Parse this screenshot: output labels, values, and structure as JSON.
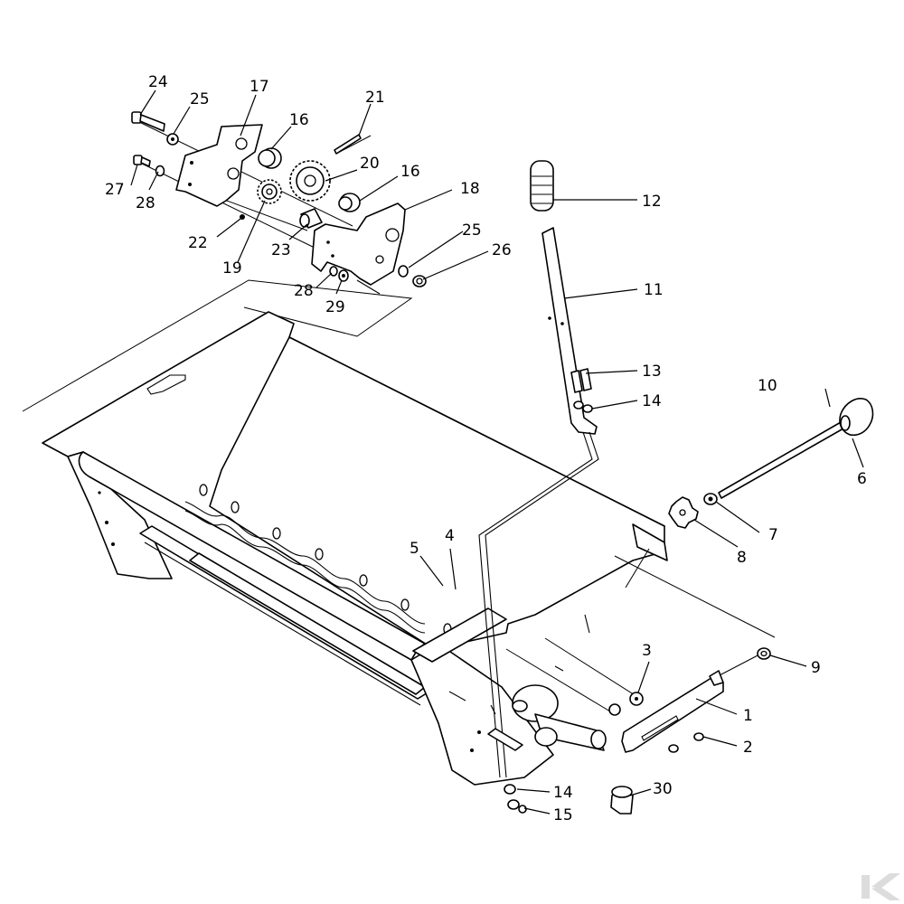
{
  "callouts": [
    {
      "id": "c1",
      "label": "1"
    },
    {
      "id": "c2",
      "label": "2"
    },
    {
      "id": "c3",
      "label": "3"
    },
    {
      "id": "c4",
      "label": "4"
    },
    {
      "id": "c5",
      "label": "5"
    },
    {
      "id": "c6",
      "label": "6"
    },
    {
      "id": "c7",
      "label": "7"
    },
    {
      "id": "c8",
      "label": "8"
    },
    {
      "id": "c9",
      "label": "9"
    },
    {
      "id": "c10",
      "label": "10"
    },
    {
      "id": "c11",
      "label": "11"
    },
    {
      "id": "c12",
      "label": "12"
    },
    {
      "id": "c13",
      "label": "13"
    },
    {
      "id": "c14a",
      "label": "14"
    },
    {
      "id": "c14b",
      "label": "14"
    },
    {
      "id": "c15",
      "label": "15"
    },
    {
      "id": "c16a",
      "label": "16"
    },
    {
      "id": "c16b",
      "label": "16"
    },
    {
      "id": "c17",
      "label": "17"
    },
    {
      "id": "c18",
      "label": "18"
    },
    {
      "id": "c19",
      "label": "19"
    },
    {
      "id": "c20",
      "label": "20"
    },
    {
      "id": "c21",
      "label": "21"
    },
    {
      "id": "c22",
      "label": "22"
    },
    {
      "id": "c23",
      "label": "23"
    },
    {
      "id": "c24",
      "label": "24"
    },
    {
      "id": "c25a",
      "label": "25"
    },
    {
      "id": "c25b",
      "label": "25"
    },
    {
      "id": "c26",
      "label": "26"
    },
    {
      "id": "c27",
      "label": "27"
    },
    {
      "id": "c28a",
      "label": "28"
    },
    {
      "id": "c28b",
      "label": "28"
    },
    {
      "id": "c29",
      "label": "29"
    },
    {
      "id": "c30",
      "label": "30"
    }
  ],
  "watermark": {
    "icon": "brand-logo-icon",
    "color": "#dcdcdc"
  }
}
